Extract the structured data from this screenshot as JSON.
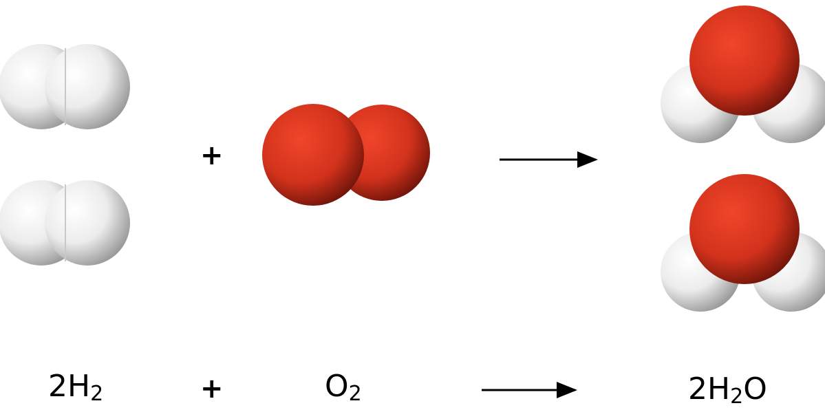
{
  "reaction": {
    "reactant_1": {
      "coefficient": "2",
      "element": "H",
      "subscript": "2"
    },
    "plus_symbol": "+",
    "reactant_2": {
      "element": "O",
      "subscript": "2"
    },
    "product": {
      "coefficient": "2",
      "element_1": "H",
      "subscript_1": "2",
      "element_2": "O"
    }
  },
  "molecule_counts": {
    "hydrogen_molecules": 2,
    "oxygen_molecules": 1,
    "water_molecules": 2
  },
  "colors": {
    "hydrogen": "#f2f2f2",
    "oxygen": "#e0381f",
    "text": "#000000",
    "arrow": "#000000"
  }
}
